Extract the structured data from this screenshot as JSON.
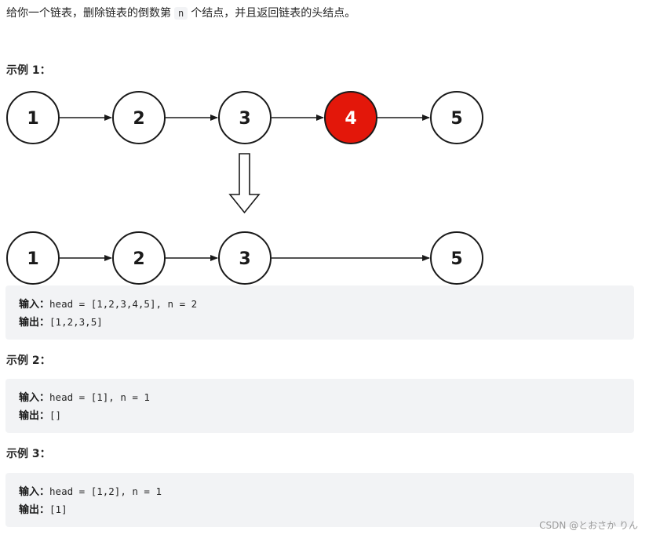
{
  "intro": {
    "before": "给你一个链表，删除链表的倒数第",
    "code": "n",
    "after": "个结点，并且返回链表的头结点。"
  },
  "examples": [
    {
      "label": "示例 1：",
      "input_label": "输入：",
      "input_value": "head = [1,2,3,4,5], n = 2",
      "output_label": "输出：",
      "output_value": "[1,2,3,5]"
    },
    {
      "label": "示例 2：",
      "input_label": "输入：",
      "input_value": "head = [1], n = 1",
      "output_label": "输出：",
      "output_value": "[]"
    },
    {
      "label": "示例 3：",
      "input_label": "输入：",
      "input_value": "head = [1,2], n = 1",
      "output_label": "输出：",
      "output_value": "[1]"
    }
  ],
  "diagram": {
    "before_nodes": [
      "1",
      "2",
      "3",
      "4",
      "5"
    ],
    "removed_node": "4",
    "after_nodes": [
      "1",
      "2",
      "3",
      "5"
    ],
    "colors": {
      "removed_fill": "#e3170a",
      "node_fill": "#ffffff",
      "stroke": "#1a1a1a"
    }
  },
  "watermark": "CSDN @とおさか りん"
}
